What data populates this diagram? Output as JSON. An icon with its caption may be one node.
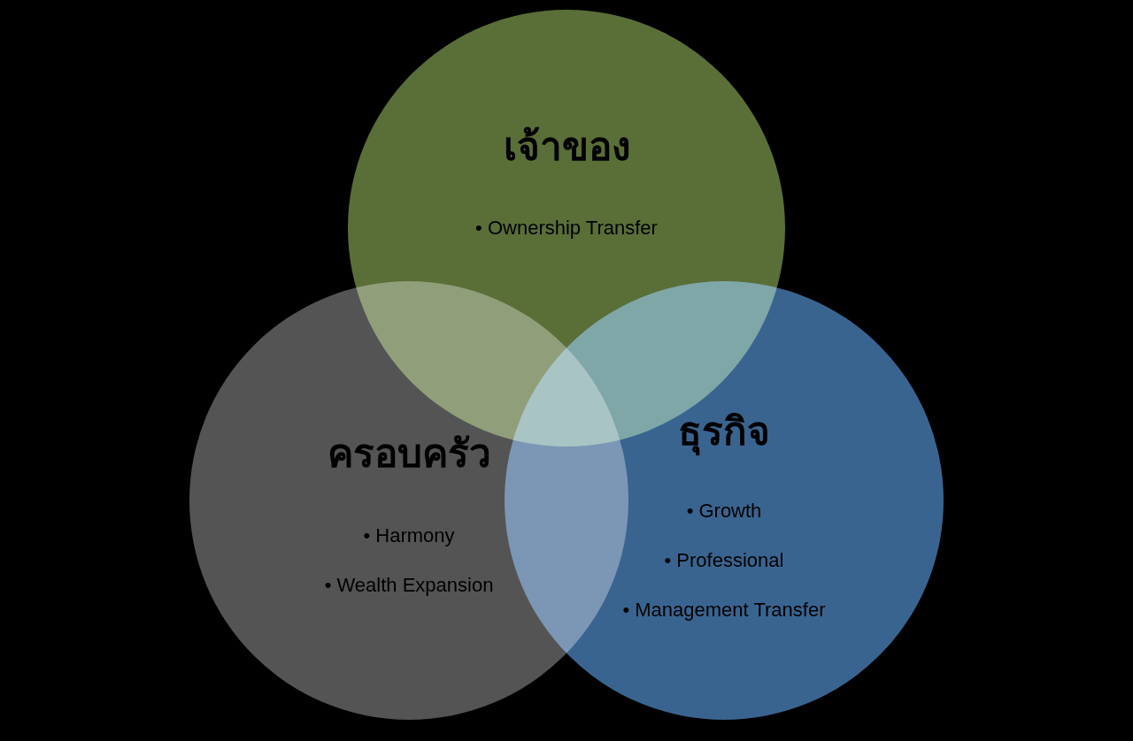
{
  "diagram": {
    "nodes": [
      {
        "text": [
          "เจ้าของ",
          "• Ownership Transfer"
        ]
      },
      {
        "text": [
          "ครอบครัว",
          "• Harmony",
          "• Wealth Expansion"
        ]
      },
      {
        "text": [
          "ธุรกิจ",
          "• Growth",
          "• Professional",
          "• Management Transfer"
        ]
      }
    ]
  }
}
